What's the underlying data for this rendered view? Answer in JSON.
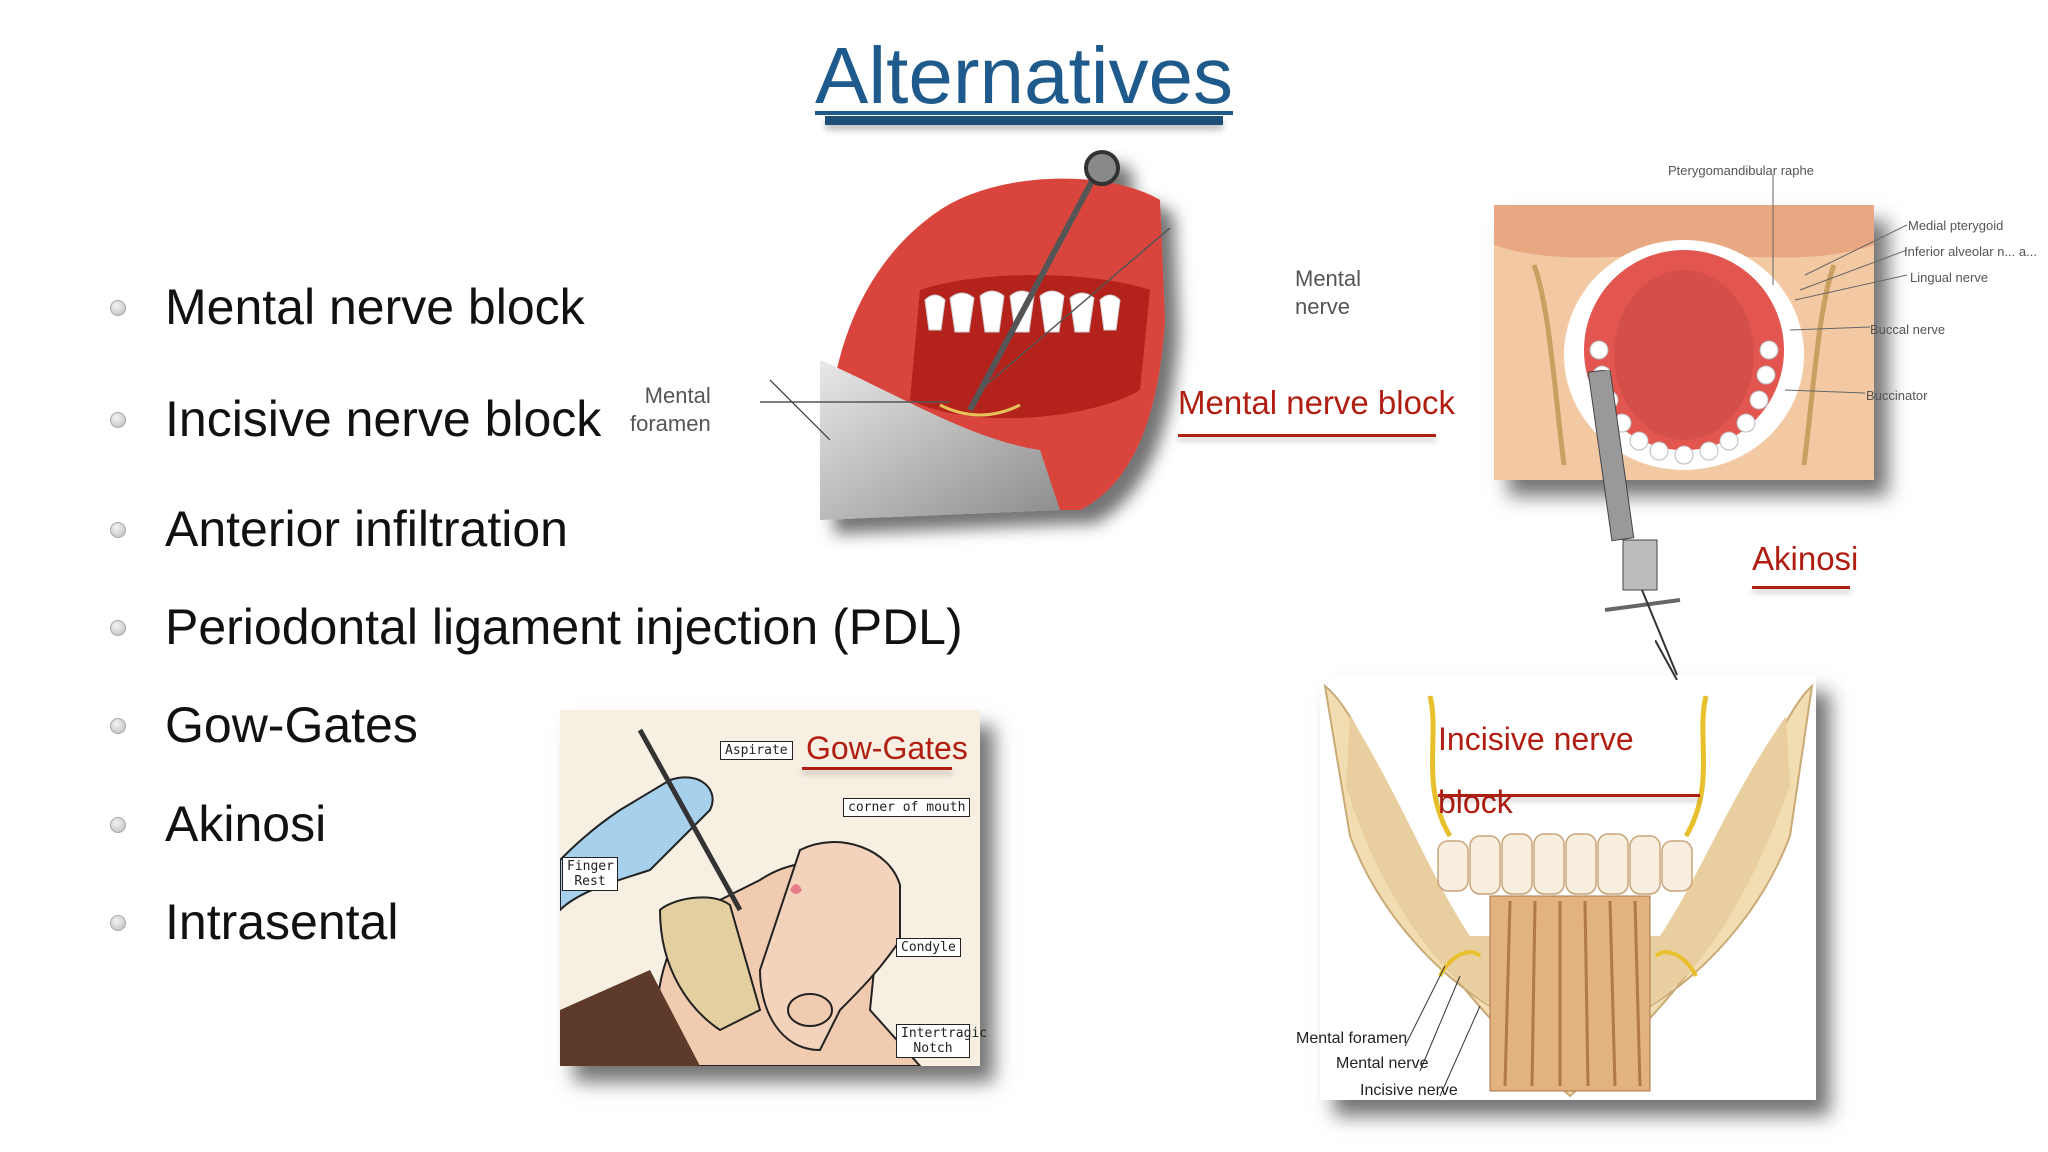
{
  "slide": {
    "title": "Alternatives",
    "bullets": [
      "Mental nerve block",
      "Incisive nerve block",
      "Anterior infiltration",
      "Periodontal ligament injection (PDL)",
      "Gow-Gates",
      "Akinosi",
      "Intrasental"
    ]
  },
  "figures": {
    "mental": {
      "caption": "Mental nerve block",
      "label_nerve": "Mental\nnerve",
      "label_foramen": "Mental\nforamen"
    },
    "akinosi": {
      "caption": "Akinosi",
      "labels": [
        "Pterygomandibular raphe",
        "Medial pterygoid",
        "Inferior alveolar n... a...",
        "Lingual nerve",
        "Buccal nerve",
        "Buccinator"
      ]
    },
    "gowgates": {
      "caption": "Gow-Gates",
      "labels": [
        "Aspirate",
        "corner of mouth",
        "Finger Rest",
        "Condyle",
        "Intertragic Notch"
      ]
    },
    "incisive": {
      "caption_line1": "Incisive nerve",
      "caption_line2": "block",
      "labels": [
        "Mental foramen",
        "Mental nerve",
        "Incisive nerve"
      ]
    }
  },
  "colors": {
    "title": "#1f5a8c",
    "caption_red": "#b01e12"
  }
}
